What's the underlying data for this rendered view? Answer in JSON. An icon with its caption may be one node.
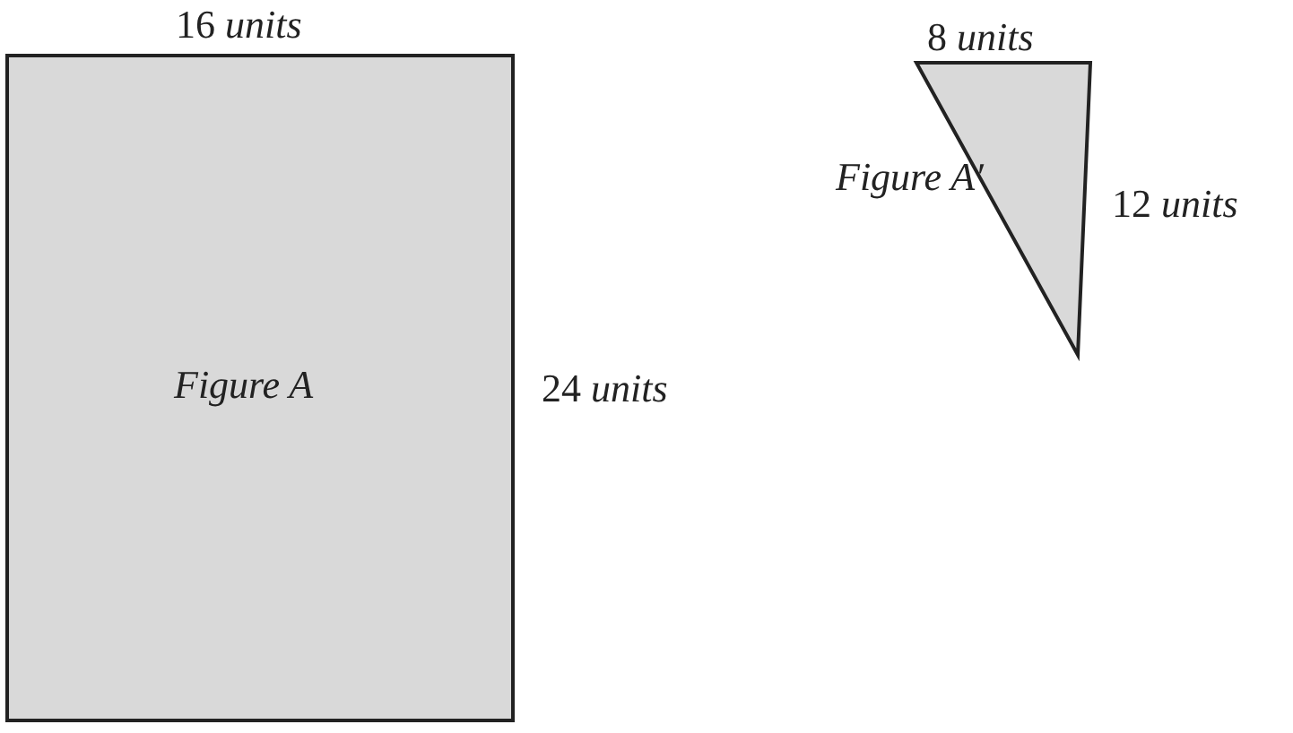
{
  "diagram": {
    "nodes": [
      {
        "text": [
          "Figure A"
        ]
      },
      {
        "text": [
          "Figure A′"
        ]
      }
    ],
    "edges": [],
    "labels": [
      "16 *units*",
      "8 *units*",
      "12 *units*",
      "24 *units*"
    ]
  }
}
